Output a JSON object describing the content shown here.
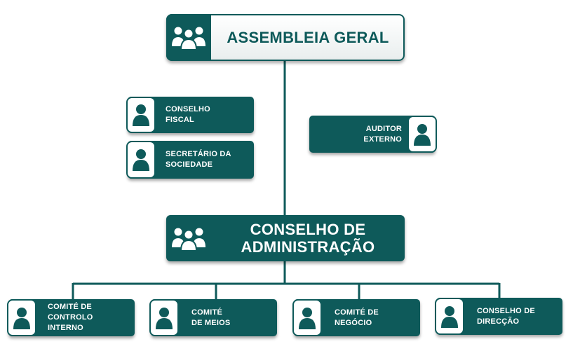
{
  "top": {
    "title": "ASSEMBLEIA GERAL",
    "icon": "people-group-icon"
  },
  "side_left": [
    {
      "line1": "CONSELHO",
      "line2": "FISCAL",
      "icon": "person-icon"
    },
    {
      "line1": "SECRETÁRIO DA",
      "line2": "SOCIEDADE",
      "icon": "person-icon"
    }
  ],
  "side_right": {
    "line1": "AUDITOR",
    "line2": "EXTERNO",
    "icon": "person-icon"
  },
  "board": {
    "line1": "CONSELHO DE",
    "line2": "ADMINISTRAÇÃO",
    "icon": "people-group-icon"
  },
  "committees": [
    {
      "line1": "COMITÉ DE",
      "line2": "CONTROLO",
      "line3": "INTERNO",
      "icon": "person-icon"
    },
    {
      "line1": "COMITÉ",
      "line2": "DE MEIOS",
      "icon": "person-icon"
    },
    {
      "line1": "COMITÉ DE",
      "line2": "NEGÓCIO",
      "icon": "person-icon"
    },
    {
      "line1": "CONSELHO DE",
      "line2": "DIRECÇÃO",
      "icon": "person-icon"
    }
  ],
  "colors": {
    "primary": "#0e5a5a",
    "background": "#ffffff"
  }
}
